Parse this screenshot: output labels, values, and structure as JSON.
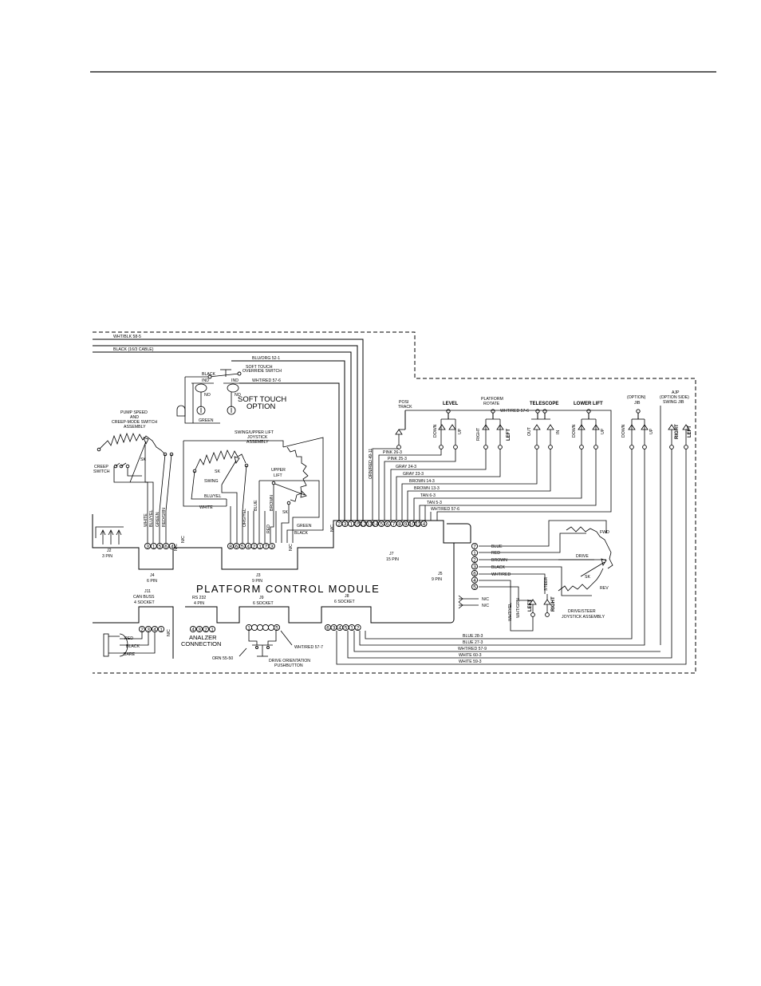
{
  "title": "PLATFORM CONTROL MODULE",
  "colors": {
    "ink": "#000000",
    "paper": "#ffffff"
  },
  "components": {
    "soft_touch": {
      "title": "SOFT TOUCH",
      "subtitle": "OPTION",
      "switch_label": "SOFT TOUCH",
      "switch_label2": "OVERRIDE SWITCH",
      "ind": "IND",
      "no": "NO"
    },
    "pump_speed": {
      "l1": "PUMP SPEED",
      "l2": "AND",
      "l3": "CREEP-MODE SWITCH",
      "l4": "ASSEMBLY",
      "sk": "SK"
    },
    "creep": {
      "l1": "CREEP",
      "l2": "SWITCH"
    },
    "swing_joy": {
      "l1": "SWING/UPPER LIFT",
      "l2": "JOYSTICK",
      "l3": "ASSEMBLY",
      "swing": "SWING",
      "upper": "UPPER",
      "lift": "LIFT",
      "sk": "SK"
    },
    "drive_joy": {
      "l1": "DRIVE/STEER",
      "l2": "JOYSTICK ASSEMBLY",
      "fwd": "FWD",
      "drive": "DRIVE",
      "rev": "REV",
      "sk": "SK",
      "steer": "STEER",
      "left": "LEFT",
      "right": "RIGHT"
    },
    "analyzer": {
      "l1": "ANALZER",
      "l2": "CONNECTION"
    },
    "orientation": {
      "l1": "DRIVE ORIENTATION",
      "l2": "PUSHBUTTON"
    }
  },
  "valves": {
    "posi": {
      "l1": "POSI",
      "l2": "TRACK"
    },
    "level": {
      "l1": "LEVEL",
      "a": "DOWN",
      "b": "UP"
    },
    "rotate": {
      "l1": "PLATFORM",
      "l2": "ROTATE",
      "a": "RIGHT",
      "b": "LEFT"
    },
    "telescope": {
      "l1": "TELESCOPE",
      "a": "OUT",
      "b": "IN"
    },
    "lower_lift": {
      "l1": "LOWER LIFT",
      "a": "DOWN",
      "b": "UP"
    },
    "jib": {
      "l1": "(OPTION)",
      "l2": "JIB",
      "a": "DOWN",
      "b": "UP"
    },
    "swing_jib": {
      "l1": "AJP",
      "l2": "(OPTION SIDE)",
      "l3": "SWING JIB",
      "a": "RIGHT",
      "b": "LEFT"
    }
  },
  "connectors": {
    "j2": {
      "name": "J2",
      "desc": "3 PIN"
    },
    "j4": {
      "name": "J4",
      "desc": "6 PIN",
      "pins": [
        "3",
        "1",
        "5",
        "6",
        "4"
      ],
      "nc1": "N/C",
      "nc2": "N/C"
    },
    "j3": {
      "name": "J3",
      "desc": "9 PIN",
      "pins": [
        "8",
        "6",
        "5",
        "4",
        "2",
        "1",
        "7",
        "3"
      ],
      "nc": "N/C"
    },
    "j7": {
      "name": "J7",
      "desc": "15 PIN",
      "pins": [
        "2",
        "3",
        "1",
        "15",
        "12",
        "13",
        "14",
        "5",
        "6",
        "7",
        "8",
        "9",
        "10",
        "11",
        "4"
      ],
      "nc": "N/C"
    },
    "j5": {
      "name": "J5",
      "desc": "9 PIN",
      "pins": [
        "7",
        "1",
        "2",
        "3",
        "6",
        "4",
        "5"
      ],
      "nc1": "N/C",
      "nc2": "N/C"
    },
    "j11": {
      "name": "J11",
      "desc1": "CAN BUSS",
      "desc2": "4 SOCKET",
      "pins": [
        "2",
        "3",
        "4",
        "1"
      ],
      "nc": "N/C"
    },
    "rs232": {
      "desc1": "RS 232",
      "desc2": "4 PIN",
      "pins": [
        "4",
        "3",
        "2",
        "1"
      ]
    },
    "j9": {
      "name": "J9",
      "desc": "6 SOCKET",
      "pins": [
        "1",
        "",
        "",
        "",
        "",
        "5"
      ]
    },
    "j8": {
      "name": "J8",
      "desc": "6 SOCKET",
      "pins": [
        "6",
        "3",
        "4",
        "5",
        "1",
        "2"
      ]
    }
  },
  "wires": {
    "top1": "WHT/BLK 58-5",
    "top2": "BLACK (16/3 CABLE)",
    "blu_org": "BLU/ORG 52-1",
    "wht_red_576": "WHT/RED 57-6",
    "black": "BLACK",
    "green": "GREEN",
    "j4_white": "WHITE",
    "j4_bluyel": "BLU/YEL",
    "j4_green": "GREEN",
    "j4_redgrn": "RED/GRN",
    "j3_bluyel": "BLU/YEL",
    "j3_white": "WHITE",
    "j3_orgyel": "ORG/YEL",
    "j3_blue": "BLUE",
    "j3_brown": "BROWN",
    "j3_red": "RED",
    "j3_green": "GREEN",
    "j3_black": "BLACK",
    "orn_red": "ORN/RED 49-11",
    "pink26": "PINK 26-3",
    "pink25": "PINK 25-3",
    "gray24": "GRAY 24-3",
    "gray23": "GRAY 23-3",
    "brown14": "BROWN 14-3",
    "brown13": "BROWN 13-3",
    "tan6": "TAN 6-3",
    "tan5": "TAN 5-3",
    "whtred_j7": "WHT/RED 57-6",
    "whtred_valve": "WHT/RED 57-6",
    "j5_blue": "BLUE",
    "j5_red": "RED",
    "j5_brown": "BROWN",
    "j5_black": "BLACK",
    "j5_whtred": "WHT/RED",
    "j5_whtyel": "WHT/YEL",
    "j5_whtgrn": "WHT/GRN",
    "j11_red": "RED",
    "j11_black": "BLACK",
    "j11_bare": "BARE",
    "orn5550": "ORN 55-50",
    "whtred577": "WHT/RED 57-7",
    "blue283": "BLUE 28-3",
    "blue273": "BLUE 27-3",
    "whtred579": "WHT/RED 57-9",
    "white603": "WHITE 60-3",
    "white593": "WHITE 59-3"
  }
}
